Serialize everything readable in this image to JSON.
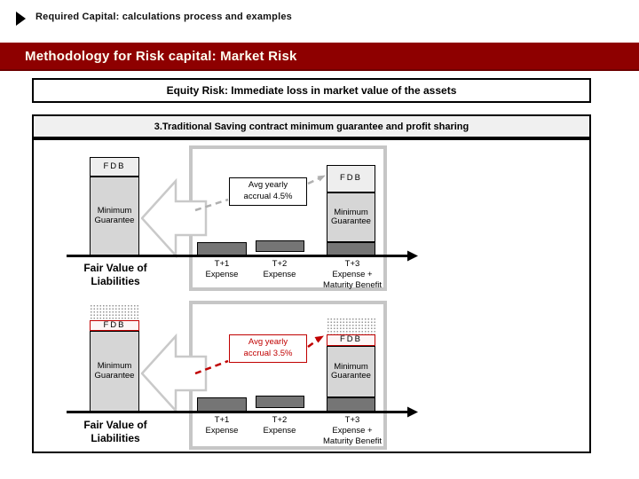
{
  "header": {
    "title": "Required Capital: calculations process and examples",
    "bullet_icon": "right-arrow"
  },
  "banner": {
    "title": "Methodology for Risk capital: Market Risk",
    "bg_color": "#8e0000",
    "text_color": "#fffff2"
  },
  "equity_box": {
    "text": "Equity Risk: Immediate loss in market value of the assets"
  },
  "section_box": {
    "text": "3.Traditional Saving contract minimum guarantee and profit sharing"
  },
  "colors": {
    "accent_red": "#c00000",
    "expense_bar": "#757575",
    "minimum_guarantee_fill": "#d6d6d6",
    "fdb_fill": "#eeeeee",
    "panel_border": "#c6c6c6",
    "chevron_outline": "#c9c9c9",
    "dash_gray": "#b0b0b0"
  },
  "diagrams": [
    {
      "scenario": "base",
      "accrual_label": "Avg yearly accrual 4.5%",
      "fair_value_label": "Fair Value of Liabilities",
      "left_bar": {
        "fdb": "FDB",
        "minimum_guarantee": "Minimum Guarantee"
      },
      "result_bar": {
        "fdb": "FDB",
        "minimum_guarantee": "Minimum Guarantee"
      },
      "timeline": [
        {
          "line1": "T+1",
          "line2": "Expense",
          "line3": ""
        },
        {
          "line1": "T+2",
          "line2": "Expense",
          "line3": ""
        },
        {
          "line1": "T+3",
          "line2": "Expense +",
          "line3": "Maturity Benefit"
        }
      ]
    },
    {
      "scenario": "stressed",
      "accrual_label": "Avg yearly accrual 3.5%",
      "fair_value_label": "Fair Value of Liabilities",
      "left_bar": {
        "fdb": "FDB",
        "minimum_guarantee": "Minimum Guarantee"
      },
      "result_bar": {
        "fdb": "FDB",
        "minimum_guarantee": "Minimum Guarantee"
      },
      "timeline": [
        {
          "line1": "T+1",
          "line2": "Expense",
          "line3": ""
        },
        {
          "line1": "T+2",
          "line2": "Expense",
          "line3": ""
        },
        {
          "line1": "T+3",
          "line2": "Expense +",
          "line3": "Maturity Benefit"
        }
      ]
    }
  ]
}
